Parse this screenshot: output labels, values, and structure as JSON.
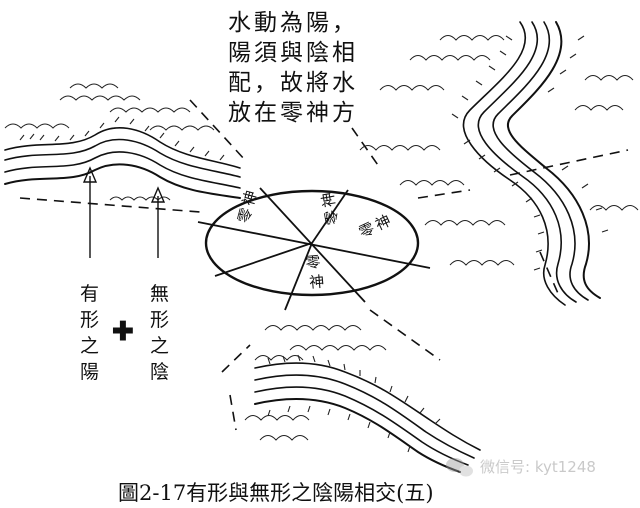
{
  "annotation_lines": [
    "水動為陽，",
    "陽須與陰相",
    "配，故將水",
    "放在零神方"
  ],
  "compass_labels": {
    "left_sector": [
      "零",
      "神"
    ],
    "right_upper_sector": [
      "零",
      "神"
    ],
    "right_lower_sector": [
      "零",
      "神"
    ],
    "bottom_sector": [
      "零",
      "神"
    ]
  },
  "label_left": [
    "有",
    "形",
    "之",
    "陽"
  ],
  "plus_sign": "✚",
  "label_right": [
    "無",
    "形",
    "之",
    "陰"
  ],
  "caption": "圖2-17有形與無形之陰陽相交(五)",
  "watermark": "微信号: kyt1248",
  "icons": {
    "watermark_logo": "wechat-logo-icon"
  }
}
